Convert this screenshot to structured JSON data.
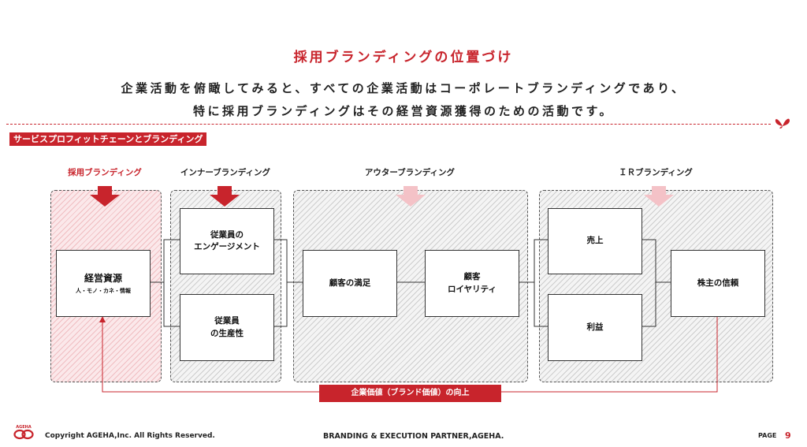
{
  "header": {
    "title": "採用ブランディングの位置づけ",
    "subtitle_line1": "企業活動を俯瞰してみると、すべての企業活動はコーポレートブランディングであり、",
    "subtitle_line2": "特に採用ブランディングはその経営資源獲得のための活動です。"
  },
  "section": {
    "label": "サービスプロフィットチェーンとブランディング"
  },
  "columns": {
    "recruit": "採用ブランディング",
    "inner": "インナーブランディング",
    "outer": "アウターブランディング",
    "ir": "ＩＲブランディング"
  },
  "boxes": {
    "resources": {
      "title": "経営資源",
      "sub": "人・モノ・カネ・情報"
    },
    "engagement": {
      "line1": "従業員の",
      "line2": "エンゲージメント"
    },
    "productivity": {
      "line1": "従業員",
      "line2": "の生産性"
    },
    "satisfaction": {
      "line1": "顧客の満足"
    },
    "loyalty": {
      "line1": "顧客",
      "line2": "ロイヤリティ"
    },
    "sales": {
      "line1": "売上"
    },
    "profit": {
      "line1": "利益"
    },
    "trust": {
      "line1": "株主の信頼"
    }
  },
  "banner": {
    "label": "企業価値（ブランド価値）の向上"
  },
  "footer": {
    "logo_text": "AGEHA",
    "copyright": "Copyright AGEHA,Inc. All Rights Reserved.",
    "tagline": "BRANDING & EXECUTION PARTNER,AGEHA.",
    "page_label": "PAGE",
    "page_number": "9"
  },
  "colors": {
    "accent": "#c8242c",
    "arrow_dark": "#c8242c",
    "arrow_light": "#f4c2c7"
  }
}
